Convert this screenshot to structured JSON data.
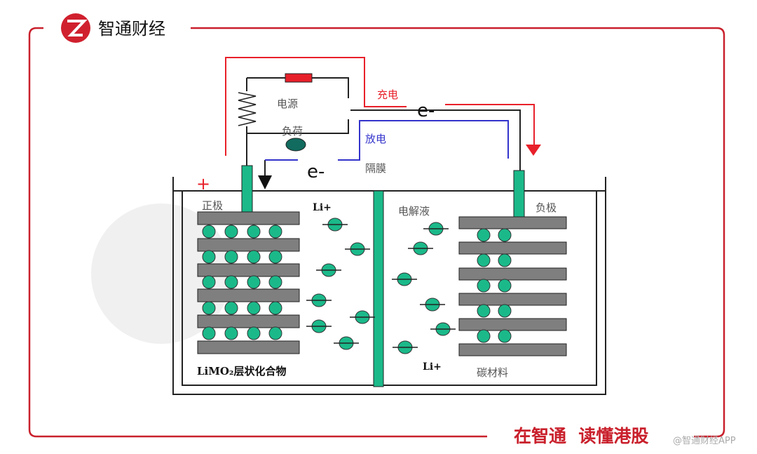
{
  "brand": {
    "name": "智通财经",
    "logo_letter": "Z",
    "color": "#d0202e"
  },
  "diagram": {
    "power_label": "电源",
    "load_label": "负荷",
    "charge_label": "充电",
    "discharge_label": "放电",
    "electron_top": "e-",
    "electron_bottom": "e-",
    "separator_label": "隔膜",
    "plus_sign": "+",
    "cathode_label": "正极",
    "anode_label": "负极",
    "ion_label_left": "Li+",
    "ion_label_right": "Li+",
    "electrolyte_label": "电解液",
    "cathode_material": "LiMO₂层状化合物",
    "anode_material": "碳材料",
    "colors": {
      "ion": "#1bb98a",
      "plate": "#7f7f7f",
      "charge": "#e8202a",
      "discharge": "#3333cc"
    }
  },
  "footer": {
    "slogan": "在智通  读懂港股",
    "watermark": "@智通财经APP"
  }
}
